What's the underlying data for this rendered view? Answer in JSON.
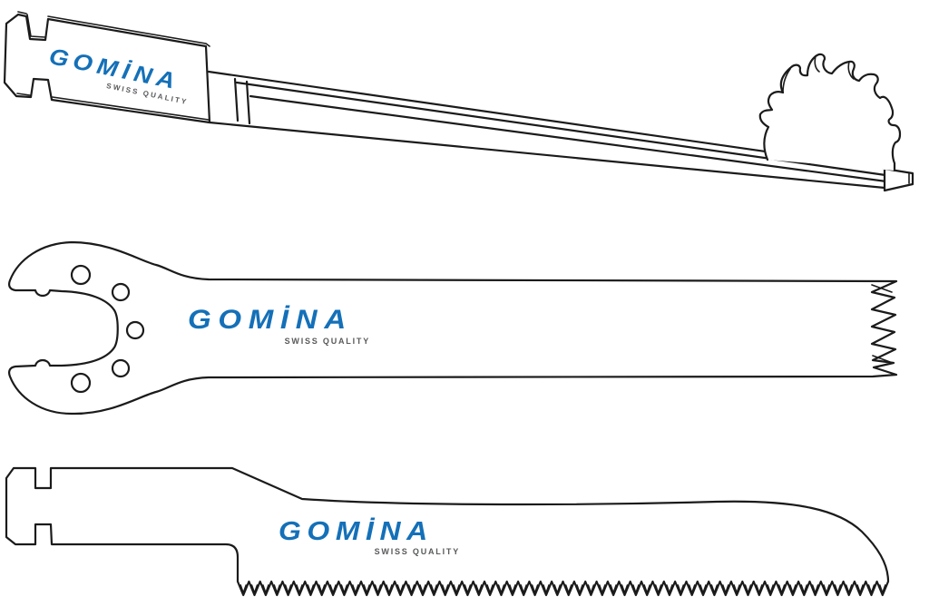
{
  "page": {
    "background_color": "#ffffff",
    "line_color": "#1b1b1b"
  },
  "brand": {
    "logo_text": "GOMİNA",
    "tagline": "SWISS QUALITY",
    "logo_color": "#1470b8",
    "tagline_color": "#58595b"
  },
  "blades": [
    {
      "kind": "sagittal-saw-blade-perspective",
      "logo_text": "GOMİNA",
      "tagline": "SWISS QUALITY"
    },
    {
      "kind": "oscillating-saw-blade-crescent-hub",
      "logo_text": "GOMİNA",
      "tagline": "SWISS QUALITY"
    },
    {
      "kind": "reciprocating-saw-blade",
      "logo_text": "GOMİNA",
      "tagline": "SWISS QUALITY"
    }
  ]
}
